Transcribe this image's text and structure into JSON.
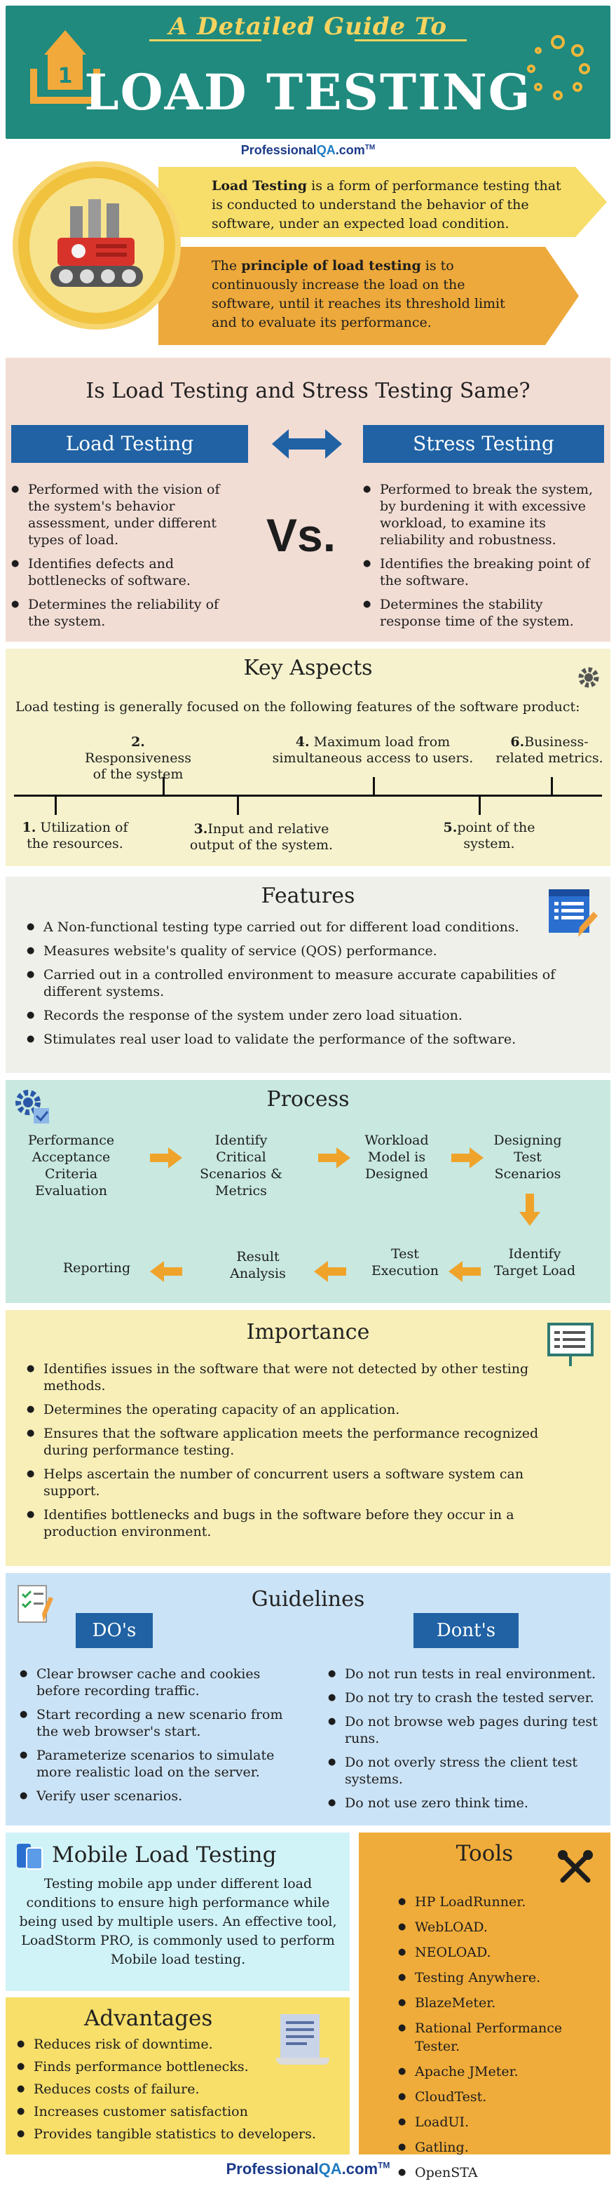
{
  "header": {
    "subtitle": "A Detailed Guide To",
    "title": "LOAD TESTING"
  },
  "brand": {
    "name_a": "Professional",
    "name_b": "QA",
    "name_c": ".com",
    "tm": "TM"
  },
  "intro": {
    "p1_bold": "Load Testing",
    "p1_text": " is a form of performance testing that is conducted to understand the behavior of the software, under an expected load condition.",
    "p2_a": "The ",
    "p2_bold": "principle of load testing",
    "p2_text": " is to continuously increase the load on the software, until it reaches its threshold limit and to evaluate its performance."
  },
  "versus": {
    "title": "Is Load Testing and Stress Testing Same?",
    "left_label": "Load Testing",
    "right_label": "Stress Testing",
    "vs": "Vs.",
    "left_items": [
      "Performed with the vision of the system's behavior assessment, under different types of load.",
      "Identifies defects and bottlenecks of software.",
      "Determines the reliability of the system."
    ],
    "right_items": [
      "Performed to break the system, by burdening it with excessive workload, to examine its reliability and robustness.",
      "Identifies the breaking point of the software.",
      "Determines the stability response time of the system."
    ]
  },
  "key_aspects": {
    "title": "Key Aspects",
    "intro": "Load testing is generally focused on the following features of the software product:",
    "top": [
      {
        "num": "2.",
        "text": " Responsiveness of the system"
      },
      {
        "num": "4.",
        "text": " Maximum load from simultaneous access to users."
      },
      {
        "num": "6.",
        "text": "Business-related metrics."
      }
    ],
    "bottom": [
      {
        "num": "1.",
        "text": " Utilization of the resources."
      },
      {
        "num": "3.",
        "text": "Input and relative output of the system."
      },
      {
        "num": "5.",
        "text": "point of the system."
      }
    ]
  },
  "features": {
    "title": "Features",
    "items": [
      "A Non-functional testing type carried out for different load conditions.",
      "Measures website's quality of service (QOS) performance.",
      "Carried out in a controlled environment to measure accurate capabilities of different systems.",
      "Records the response of the system under zero load situation.",
      "Stimulates real user load to validate the performance of the software."
    ]
  },
  "process": {
    "title": "Process",
    "steps": [
      "Performance Acceptance Criteria Evaluation",
      "Identify Critical Scenarios & Metrics",
      "Workload Model is Designed",
      "Designing Test Scenarios",
      "Identify Target Load",
      "Test Execution",
      "Result Analysis",
      "Reporting"
    ]
  },
  "importance": {
    "title": "Importance",
    "items": [
      "Identifies issues in the software that were not detected by other testing methods.",
      "Determines the operating capacity of an application.",
      "Ensures that the software application meets the performance recognized during performance testing.",
      "Helps ascertain the number of concurrent users a software system can support.",
      "Identifies bottlenecks and bugs in the software before they occur in a production environment."
    ]
  },
  "guidelines": {
    "title": "Guidelines",
    "dos_label": "DO's",
    "donts_label": "Dont's",
    "dos": [
      "Clear browser cache and cookies before recording traffic.",
      "Start recording a new scenario from the web browser's start.",
      "Parameterize scenarios to simulate more realistic load on the server.",
      "Verify user scenarios."
    ],
    "donts": [
      "Do not run tests in real environment.",
      "Do not try to crash the tested server.",
      "Do not browse web pages during test runs.",
      "Do not overly stress the client test systems.",
      "Do not use zero think time."
    ]
  },
  "mobile": {
    "title": "Mobile Load Testing",
    "text": "Testing mobile app under different load conditions to ensure high performance while being used by multiple users. An effective tool, LoadStorm PRO, is commonly used to perform Mobile load testing."
  },
  "advantages": {
    "title": "Advantages",
    "items": [
      "Reduces risk of downtime.",
      "Finds performance bottlenecks.",
      "Reduces costs of failure.",
      "Increases customer satisfaction",
      "Provides tangible statistics to developers."
    ]
  },
  "tools": {
    "title": "Tools",
    "items": [
      "HP LoadRunner.",
      "WebLOAD.",
      "NEOLOAD.",
      "Testing Anywhere.",
      "BlazeMeter.",
      "Rational Performance Tester.",
      "Apache JMeter.",
      "CloudTest.",
      "LoadUI.",
      "Gatling.",
      "OpenSTA"
    ]
  },
  "colors": {
    "teal": "#1f8a7d",
    "yellow": "#f7d35f",
    "blue": "#2062a4",
    "orange": "#f0ac3a"
  }
}
